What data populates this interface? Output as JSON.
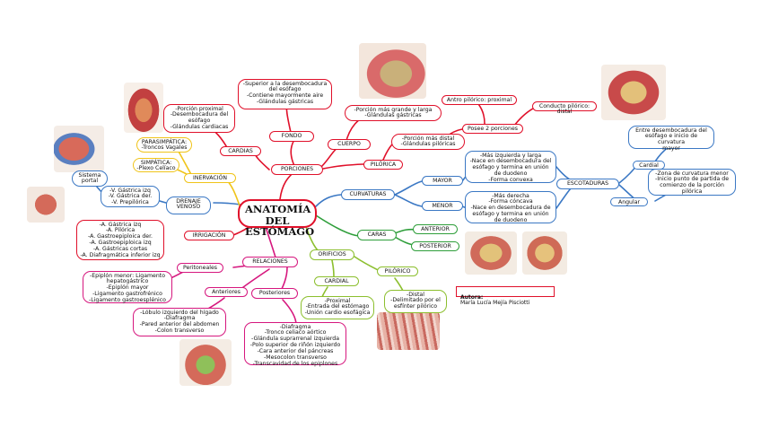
{
  "title": "ANATOMÍA DEL\nESTÓMAGO",
  "author": {
    "label": "Autora:",
    "name": "María Lucía Mejía Pisciotti"
  },
  "nodes": {
    "porciones": "PORCIONES",
    "fondo": "FONDO",
    "fondo_desc": "-Superior a la desembocadura\ndel esófago\n-Contiene mayormente aire\n-Glándulas gástricas",
    "cardias": "CARDIAS",
    "cardias_desc": "-Porción proximal\n-Desembocadura del\nesófago\n-Glándulas cardiacas",
    "cuerpo": "CUERPO",
    "cuerpo_desc": "-Porción más grande y larga\n-Glándulas gástricas",
    "pilorica": "PILÓRICA",
    "pilorica_desc": "-Porción más distal\n-Glándulas pilóricas",
    "posee": "Posee 2 porciones",
    "antro": "Antro pilórico: proximal",
    "conducto": "Conducto pilórico: distal",
    "curvaturas": "CURVATURAS",
    "mayor": "MAYOR",
    "mayor_desc": "-Más izquierda y larga\n-Nace en desembocadura del\nesófago y termina en unión\nde duodeno\n-Forma convexa",
    "menor": "MENOR",
    "menor_desc": "-Más derecha\n-Forma cóncava\n-Nace en desembocadura de\nesófago y termina en unión\nde duodeno",
    "escotaduras": "ESCOTADURAS",
    "cardial_esc": "Cardial",
    "cardial_esc_desc": "Entre desembocadura del\nesófago e inicio de curvatura\nmayor",
    "angular": "Angular",
    "angular_desc": "-Zona de curvatura menor\n-Inicio punto de partida de\ncomienzo de la porción\npilórica",
    "caras": "CARAS",
    "anterior": "ANTERIOR",
    "posterior": "POSTERIOR",
    "orificios": "ORIFICIOS",
    "cardial": "CARDIAL",
    "cardial_desc": "-Proximal\n-Entrada del estómago\n-Unión cardio esofágica",
    "piloric_orif": "PILÓRICO",
    "piloric_orif_desc": "-Distal\n-Delimitado por el\nesfínter pilórico",
    "inervacion": "INERVACIÓN",
    "parasimpatica": "PARASIMPÁTICA:\n-Troncos Vagales",
    "simpatica": "SIMPÁTICA:\n-Plexo Celíaco",
    "drenaje": "DRENAJE\nVENOSO",
    "drenaje_desc": "-V. Gástrica izq\n-V. Gástrica der.\n-V. Prepilórica",
    "sistema": "Sistema\nportal",
    "irrigacion": "IRRIGACIÓN",
    "irrigacion_desc": "-A. Gástrica izq\n-A. Pilórica\n-A. Gastroepiploica der.\n-A. Gastroepiploica izq\n-A. Gástricas cortas\n-A. Diafragmática inferior izq",
    "relaciones": "RELACIONES",
    "peritoneales": "Peritoneales",
    "peritoneales_desc": "-Epiplón menor: Ligamento\nhepatogástrico\n-Epiplón mayor\n-Ligamento gastrofrénico\n-Ligamento gastroesplénico",
    "anteriores": "Anteriores",
    "anteriores_desc": "-Lóbulo izquierdo del hígado\n-Diafragma\n-Pared anterior del abdomen\n-Colon transverso",
    "posteriores": "Posteriores",
    "posteriores_desc": "-Diafragma\n-Tronco celiaco aórtico\n-Glándula suprarrenal izquierda\n-Polo superior de riñón izquierdo\n-Cara anterior del páncreas\n-Mesocolon transverso\n-Transcavidad de los epiplones"
  },
  "colors": {
    "red": "#e0102a",
    "blue": "#3b78c4",
    "green": "#2e9e3a",
    "yellow": "#f0c419",
    "pink": "#d6177e",
    "lime": "#8cbf2e"
  },
  "images": [
    "stomach-illustration-top",
    "stomach-illustration-right",
    "stomach-illustration-left-upper",
    "stomach-illustration-left",
    "stomach-illustration-faces-anterior",
    "stomach-illustration-faces-posterior",
    "pylorus-section-illustration",
    "stomach-illustration-bottom"
  ]
}
